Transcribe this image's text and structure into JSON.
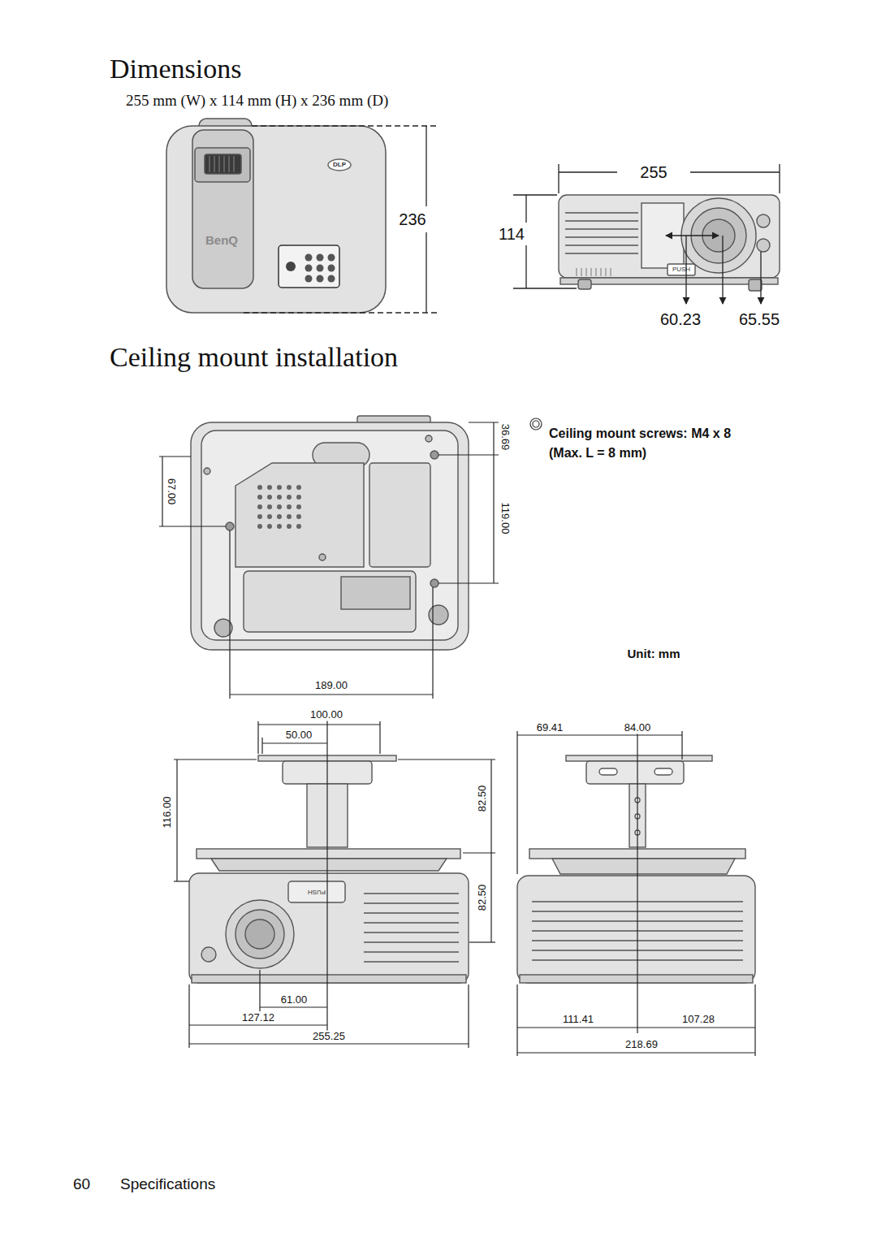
{
  "diagram": {
    "title": "Dimensions",
    "labels": [
      "255 mm (W) x 114 mm (H) x 236 mm (D)",
      "236",
      "255",
      "114",
      "60.23",
      "65.55",
      "BenQ",
      "DLP",
      "PUSH",
      "Ceiling mount installation",
      "36.69",
      "Ceiling mount screws: M4 x 8 (Max. L = 8 mm)",
      "67.00",
      "119.00",
      "Unit: mm",
      "189.00",
      "100.00",
      "50.00",
      "69.41",
      "84.00",
      "116.00",
      "82.50",
      "82.50",
      "PUSH",
      "61.00",
      "127.12",
      "255.25",
      "111.41",
      "107.28",
      "218.69",
      "60",
      "Specifications"
    ]
  }
}
